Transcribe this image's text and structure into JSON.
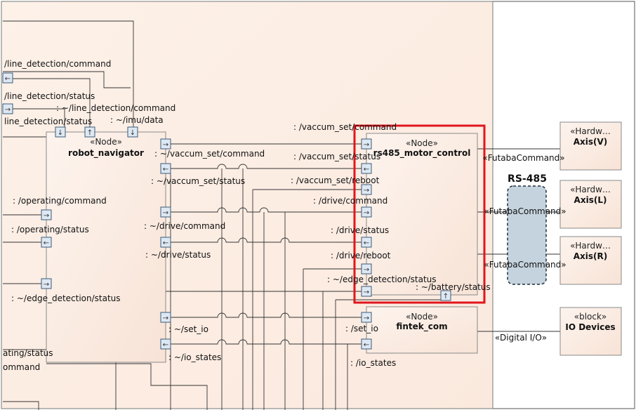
{
  "left_topics": {
    "line_cmd": "/line_detection/command",
    "line_status": "/line_detection/status",
    "line_cmd2": ": ~/line_detection/command",
    "line_status2": "line_detection/status",
    "imu": ": ~/imu/data",
    "operating_cmd": ": /operating/command",
    "operating_status": ": /operating/status",
    "edge_status": ": ~/edge_detection/status",
    "op_status_cut": "ating/status",
    "cmd_cut": "ommand"
  },
  "robot_navigator": {
    "stereotype": "«Node»",
    "name": "robot_navigator",
    "vaccum_cmd": ": ~/vaccum_set/command",
    "vaccum_status": ": ~/vaccum_set/status",
    "drive_cmd": ": ~/drive/command",
    "drive_status": ": ~/drive/status",
    "set_io": ": ~/set_io",
    "io_states": ": ~/io_states"
  },
  "rs485_motor_control": {
    "stereotype": "«Node»",
    "name": "rs485_motor_control",
    "vaccum_cmd": ": /vaccum_set/command",
    "vaccum_status": ": /vaccum_set/status",
    "vaccum_reboot": ": /vaccum_set/reboot",
    "drive_cmd": ": /drive/command",
    "drive_status": ": /drive/status",
    "drive_reboot": ": /drive/reboot",
    "edge_status": ": ~/edge_detection/status",
    "battery_status": ": ~/battery/status"
  },
  "fintek_com": {
    "stereotype": "«Node»",
    "name": "fintek_com",
    "set_io": ": /set_io",
    "io_states": ": /io_states"
  },
  "hardware": [
    {
      "stereotype": "«Hardw…",
      "name": "Axis(V)",
      "link": "«FutabaCommand»"
    },
    {
      "stereotype": "«Hardw…",
      "name": "Axis(L)",
      "link": "«FutabaCommand»"
    },
    {
      "stereotype": "«Hardw…",
      "name": "Axis(R)",
      "link": "«FutabaCommand»"
    }
  ],
  "io_block": {
    "stereotype": "«block»",
    "name": "IO Devices",
    "link": "«Digital I/O»"
  },
  "bus": {
    "label": "RS-485"
  },
  "icons": {
    "in_port": "←",
    "out_port": "→",
    "down_port": "↓",
    "up_port": "↑"
  },
  "colors": {
    "highlight": "#e0161c",
    "bus_fill": "#c5d3de",
    "node_fill": "#fbeee4"
  }
}
